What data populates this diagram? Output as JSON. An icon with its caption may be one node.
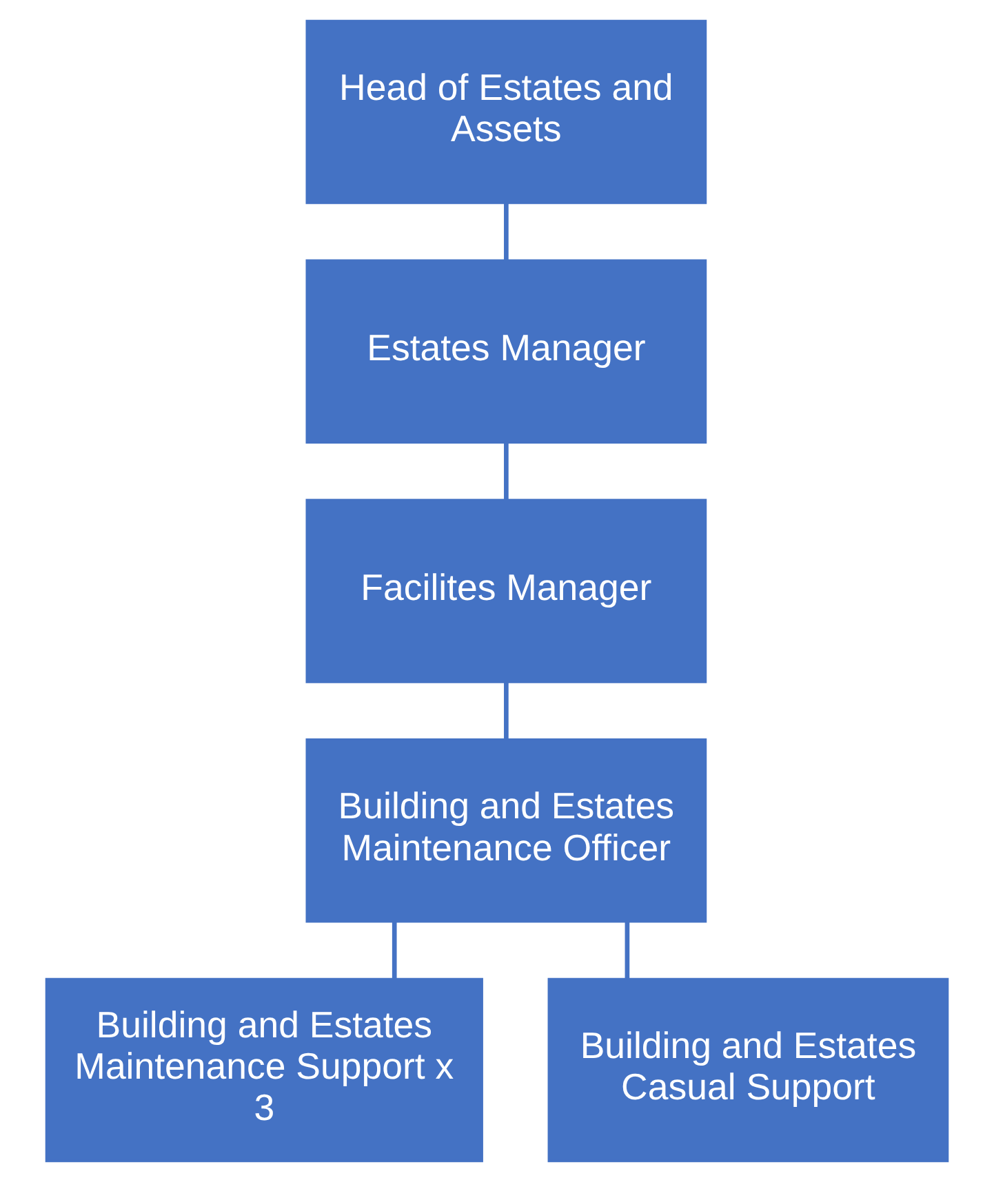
{
  "diagram": {
    "nodes": [
      {
        "text": [
          "Head of Estates and Assets"
        ]
      },
      {
        "text": [
          "Estates Manager"
        ]
      },
      {
        "text": [
          "Facilites Manager"
        ]
      },
      {
        "text": [
          "Building and Estates Maintenance Officer"
        ]
      },
      {
        "text": [
          "Building and Estates Maintenance Support x 3"
        ]
      },
      {
        "text": [
          "Building and Estates Casual Support"
        ]
      }
    ],
    "edges": [
      {
        "from": 0,
        "to": 1,
        "arrow": "none"
      },
      {
        "from": 1,
        "to": 2,
        "arrow": "none"
      },
      {
        "from": 2,
        "to": 3,
        "arrow": "none"
      },
      {
        "from": 3,
        "to": 4,
        "arrow": "none"
      },
      {
        "from": 3,
        "to": 5,
        "arrow": "none"
      }
    ]
  }
}
